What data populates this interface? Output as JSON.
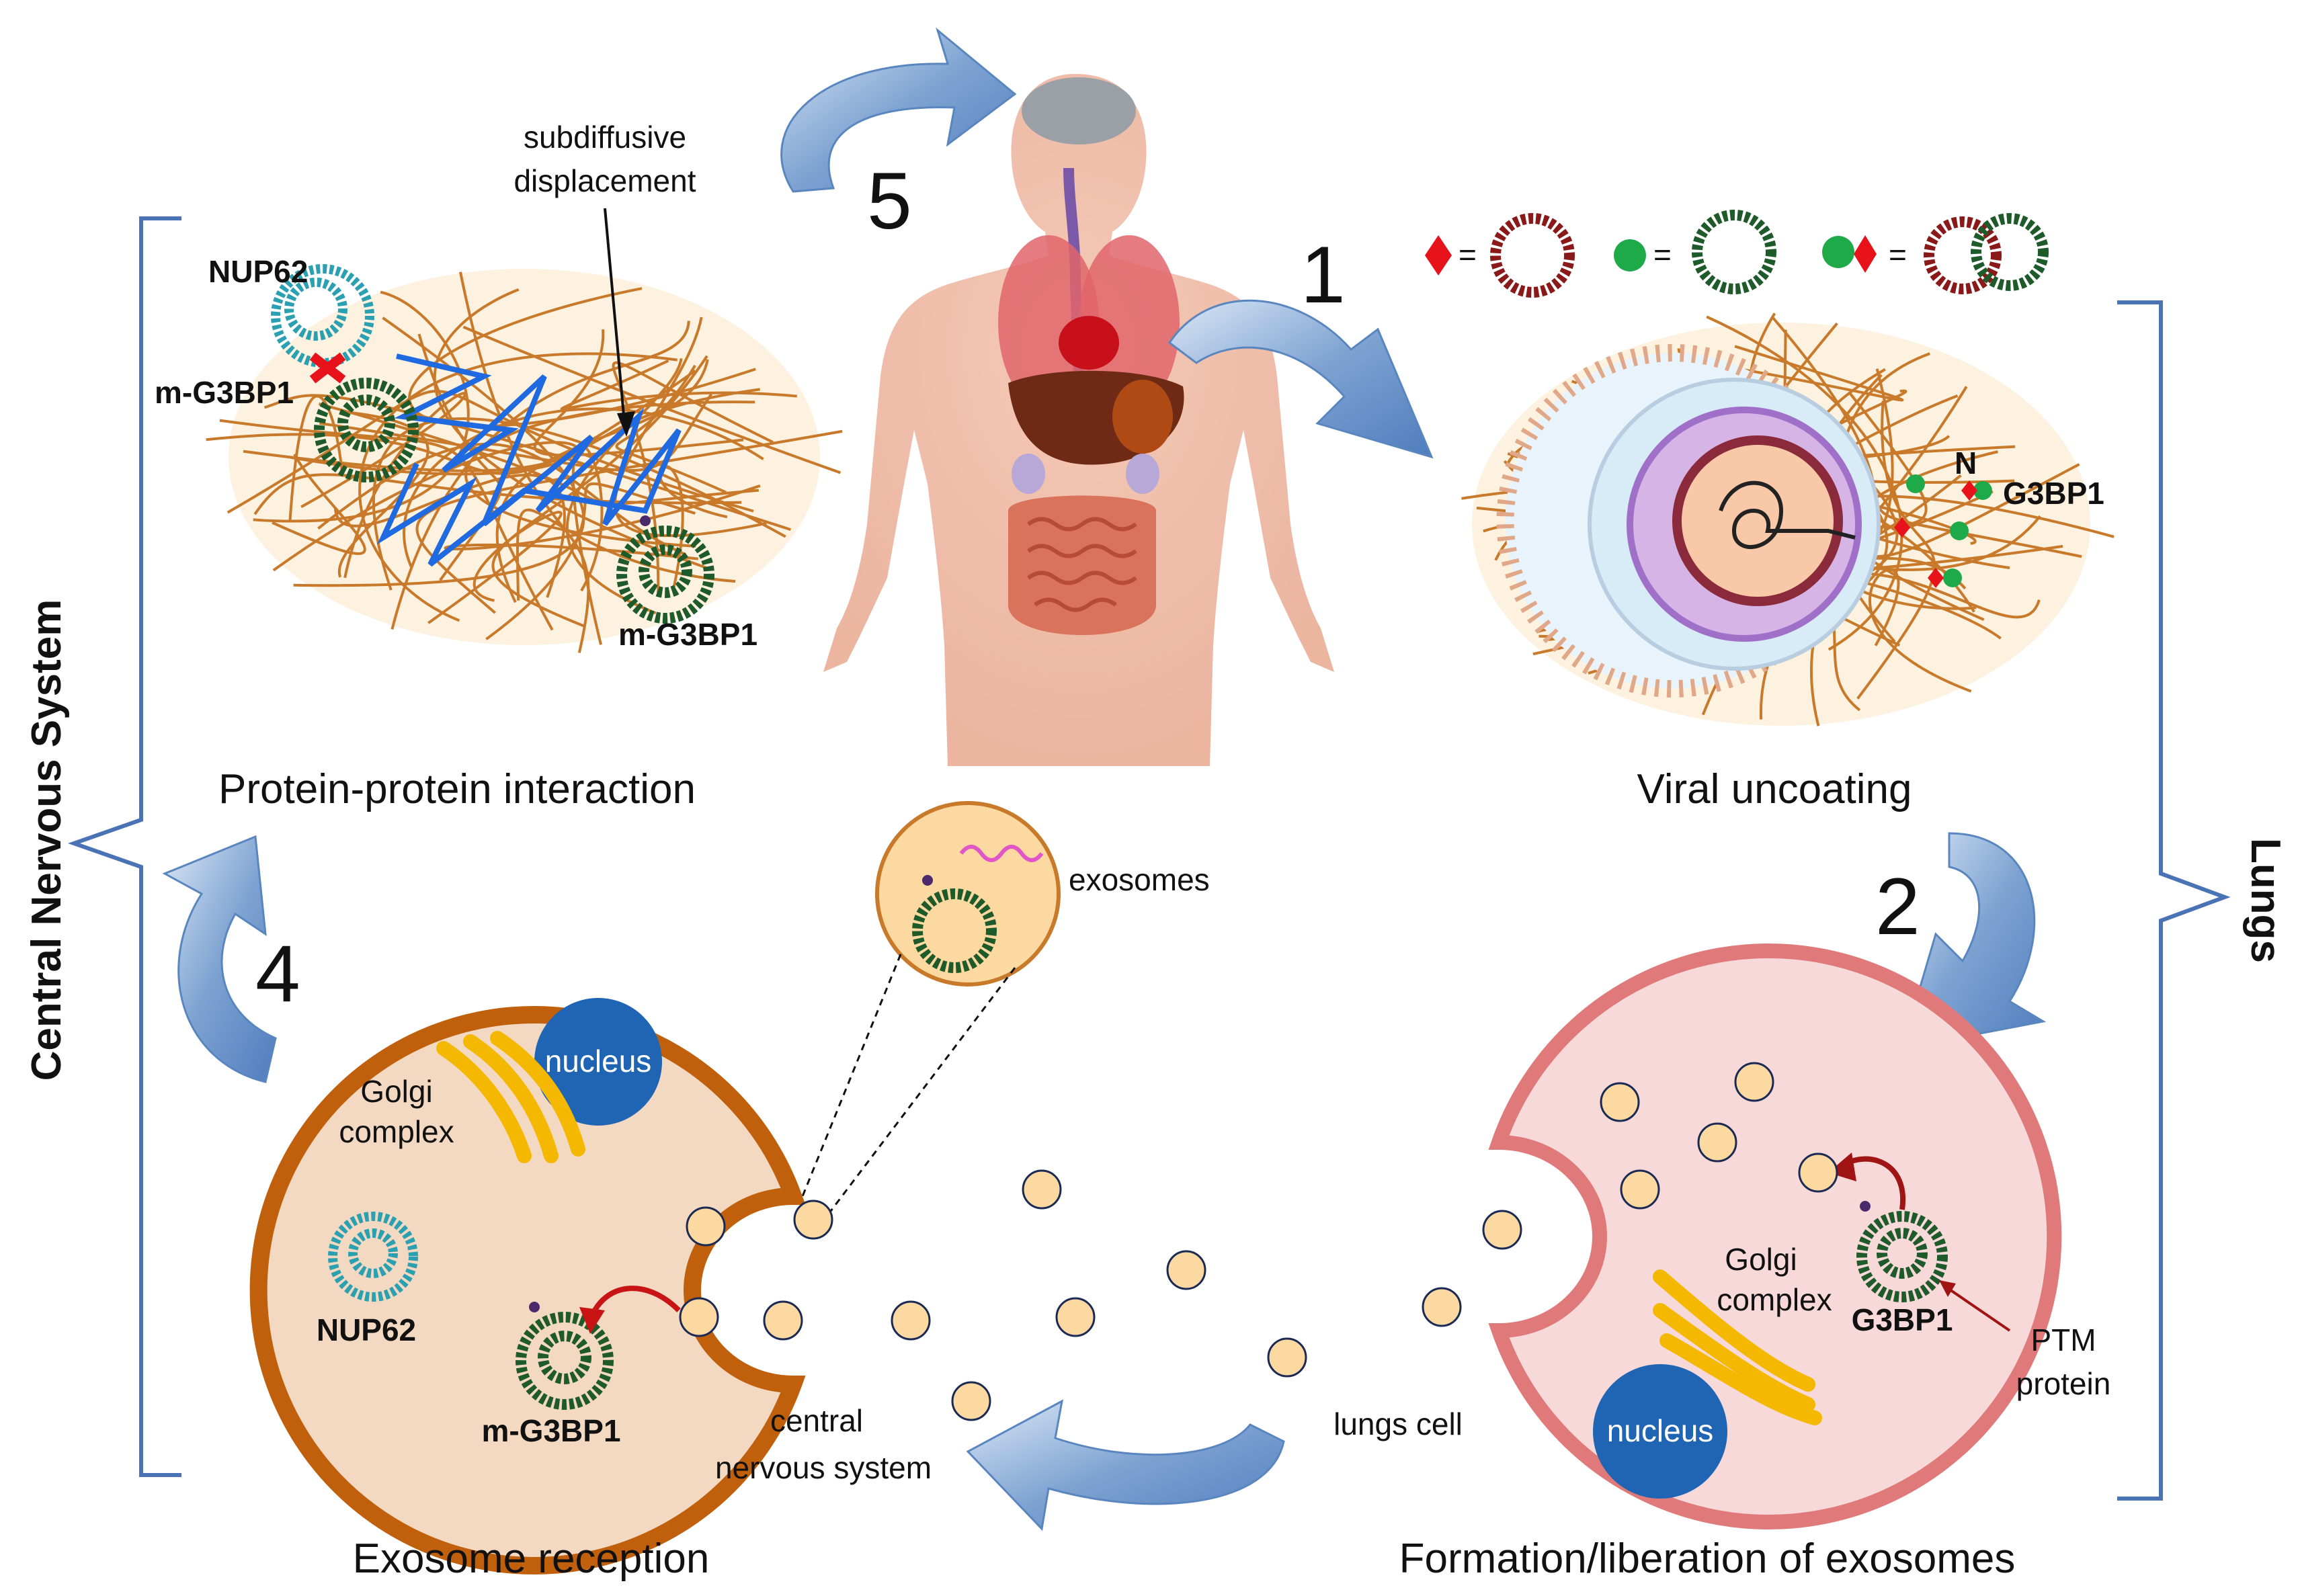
{
  "sections": {
    "protein_interaction": "Protein-protein interaction",
    "viral_uncoating": "Viral uncoating",
    "exosome_reception": "Exosome reception",
    "formation": "Formation/liberation of exosomes"
  },
  "steps": [
    "1",
    "2",
    "4",
    "5"
  ],
  "side_labels": {
    "left": "Central Nervous System",
    "right": "Lungs"
  },
  "labels": {
    "subdiffusive_1": "subdiffusive",
    "subdiffusive_2": "displacement",
    "nup62_top": "NUP62",
    "mg3bp1_top_left": "m-G3BP1",
    "mg3bp1_top_right": "m-G3BP1",
    "n_label": "N",
    "g3bp1_virus": "G3BP1",
    "exosomes": "exosomes",
    "nucleus_left": "nucleus",
    "golgi_left_1": "Golgi",
    "golgi_left_2": "complex",
    "nup62_cell": "NUP62",
    "mg3bp1_cell": "m-G3BP1",
    "cns_1": "central",
    "cns_2": "nervous system",
    "lungs_cell": "lungs cell",
    "golgi_right_1": "Golgi",
    "golgi_right_2": "complex",
    "g3bp1_cell": "G3BP1",
    "nucleus_right": "nucleus",
    "ptm_1": "PTM",
    "ptm_2": "protein"
  },
  "legend": {
    "equals": "="
  },
  "colors": {
    "arrow_blue": "#6f96c8",
    "bracket": "#4a73b5",
    "fiber": "#c8792a",
    "cns_cell_border": "#c0600c",
    "cns_cell_fill": "#f3d9c1",
    "lung_cell_border": "#e07a7a",
    "lung_cell_fill": "#f7d9d9",
    "exosome_fill": "#fcd9a0",
    "nucleus": "#1f65b4",
    "golgi": "#f5b800",
    "green_protein": "#2a7a3a",
    "red_protein": "#8a1a1a",
    "teal_protein": "#2aa0b0",
    "path_blue": "#1f6ae0"
  }
}
